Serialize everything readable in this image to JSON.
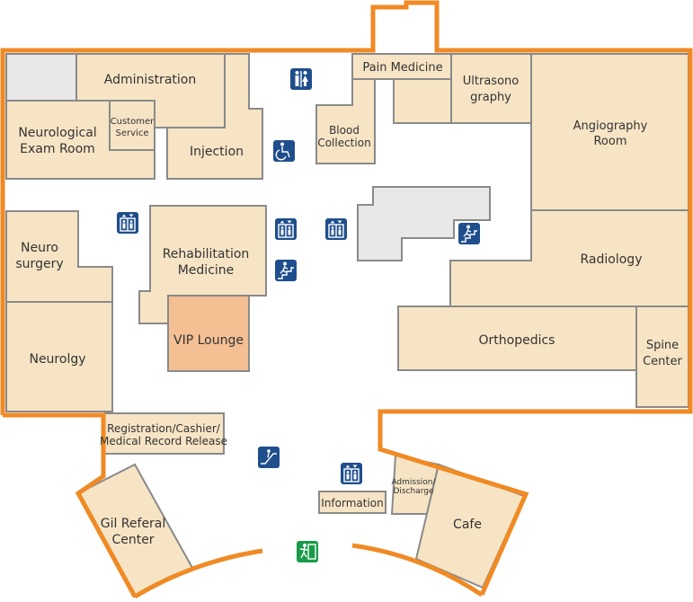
{
  "map": {
    "rooms": {
      "administration": "Administration",
      "neurological_exam_room_line1": "Neurological",
      "neurological_exam_room_line2": "Exam Room",
      "customer_service_line1": "Customer",
      "customer_service_line2": "Service",
      "injection": "Injection",
      "pain_medicine": "Pain Medicine",
      "blood_collection_line1": "Blood",
      "blood_collection_line2": "Collection",
      "ultrasonography_line1": "Ultrasono",
      "ultrasonography_line2": "graphy",
      "angiography_room_line1": "Angiography",
      "angiography_room_line2": "Room",
      "neurosurgery_line1": "Neuro",
      "neurosurgery_line2": "surgery",
      "rehabilitation_medicine_line1": "Rehabilitation",
      "rehabilitation_medicine_line2": "Medicine",
      "vip_lounge": "VIP Lounge",
      "radiology": "Radiology",
      "orthopedics": "Orthopedics",
      "spine_center_line1": "Spine",
      "spine_center_line2": "Center",
      "neurology": "Neurolgy",
      "registration_line1": "Registration/Cashier/",
      "registration_line2": "Medical Record Release",
      "gil_referral_center_line1": "Gil Referal",
      "gil_referral_center_line2": "Center",
      "admission_discharge_line1": "Admission/",
      "admission_discharge_line2": "Discharge",
      "information": "Information",
      "cafe": "Cafe"
    },
    "colors": {
      "outer_wall": "#f08a24",
      "room_fill": "#f6e4c5",
      "vip_fill": "#f3bf93",
      "icon_blue": "#1f4e8c",
      "exit_green": "#1a9a4a"
    },
    "icons": [
      "restroom-icon",
      "accessible-restroom-icon",
      "elevator-icon",
      "stairs-icon",
      "escalator-icon",
      "exit-icon"
    ]
  }
}
